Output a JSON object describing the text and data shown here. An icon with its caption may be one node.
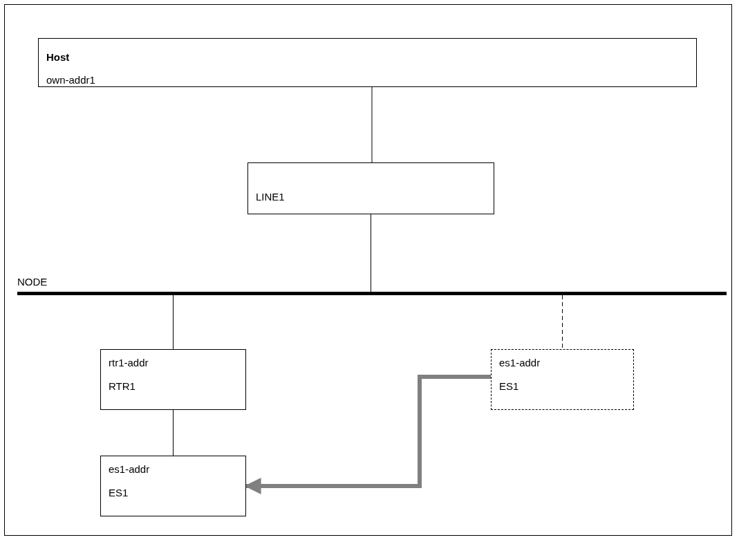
{
  "diagram": {
    "nodes": [
      {
        "text": [
          "Host",
          "own-addr1"
        ]
      },
      {
        "text": [
          "LINE1"
        ]
      },
      {
        "text": [
          "NODE"
        ]
      },
      {
        "text": [
          "rtr1-addr",
          "RTR1"
        ]
      },
      {
        "text": [
          "es1-addr",
          "ES1"
        ]
      },
      {
        "text": [
          "es1-addr",
          "ES1"
        ]
      }
    ],
    "edges": [
      {
        "from": 0,
        "to": 1,
        "arrow": "none"
      },
      {
        "from": 1,
        "to": 2,
        "arrow": "none"
      },
      {
        "from": 2,
        "to": 3,
        "arrow": "none"
      },
      {
        "from": 2,
        "to": 4,
        "arrow": "none",
        "style": "dashed"
      },
      {
        "from": 3,
        "to": 5,
        "arrow": "none"
      },
      {
        "from": 4,
        "to": 5,
        "arrow": "to",
        "style": "thick",
        "color": "#808080"
      }
    ]
  }
}
